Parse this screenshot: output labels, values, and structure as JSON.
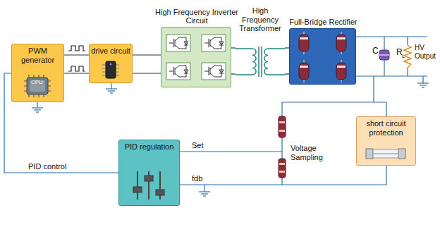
{
  "diagram": {
    "nodes": [
      {
        "text": [
          "PWM generator"
        ]
      },
      {
        "text": [
          "drive circuit"
        ]
      },
      {
        "text": [
          "High Frequency Inverter Circuit"
        ]
      },
      {
        "text": [
          "High Frequency Transformer"
        ]
      },
      {
        "text": [
          "Full-Bridge Rectifier"
        ]
      },
      {
        "text": [
          "PID regulation"
        ]
      },
      {
        "text": [
          "short circuit protection"
        ]
      }
    ],
    "edges": [
      {
        "from": 0,
        "to": 1,
        "arrow": "none"
      },
      {
        "from": 0,
        "to": 1,
        "arrow": "none"
      },
      {
        "from": 1,
        "to": 2,
        "arrow": "none"
      },
      {
        "from": 1,
        "to": 2,
        "arrow": "none"
      },
      {
        "from": 2,
        "to": 3,
        "arrow": "none"
      },
      {
        "from": 2,
        "to": 3,
        "arrow": "none"
      },
      {
        "from": 3,
        "to": 4,
        "arrow": "none"
      },
      {
        "from": 3,
        "to": 4,
        "arrow": "none"
      },
      {
        "from": 5,
        "to": 0,
        "label": "PID control",
        "arrow": "none"
      },
      {
        "from": 6,
        "to": 5,
        "arrow": "none"
      }
    ],
    "labels": [
      "CPU",
      "C",
      "R",
      "L",
      "HV Output",
      "Voltage Sampling",
      "Set",
      "fdb"
    ]
  }
}
